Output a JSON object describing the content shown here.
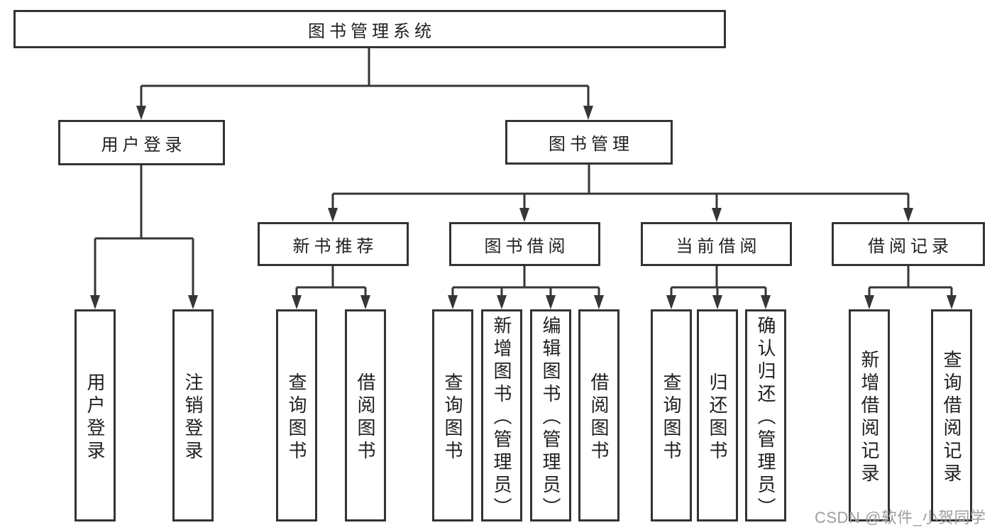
{
  "colors": {
    "line": "#363636",
    "box-border": "#333333",
    "text": "#1f1f1f",
    "watermark": "#9e9e9e",
    "background": "#ffffff"
  },
  "watermark": {
    "text": "CSDN @软件_小贺同学"
  },
  "tree": {
    "root": {
      "label": "图书管理系统",
      "children": [
        {
          "label": "用户登录",
          "children": [
            {
              "label": "用户登录"
            },
            {
              "label": "注销登录"
            }
          ]
        },
        {
          "label": "图书管理",
          "children": [
            {
              "label": "新书推荐",
              "children": [
                {
                  "label": "查询图书"
                },
                {
                  "label": "借阅图书"
                }
              ]
            },
            {
              "label": "图书借阅",
              "children": [
                {
                  "label": "查询图书"
                },
                {
                  "label": "新增图书（管理员）"
                },
                {
                  "label": "编辑图书（管理员）"
                },
                {
                  "label": "借阅图书"
                }
              ]
            },
            {
              "label": "当前借阅",
              "children": [
                {
                  "label": "查询图书"
                },
                {
                  "label": "归还图书"
                },
                {
                  "label": "确认归还（管理员）"
                }
              ]
            },
            {
              "label": "借阅记录",
              "children": [
                {
                  "label": "新增借阅记录"
                },
                {
                  "label": "查询借阅记录"
                }
              ]
            }
          ]
        }
      ]
    }
  }
}
